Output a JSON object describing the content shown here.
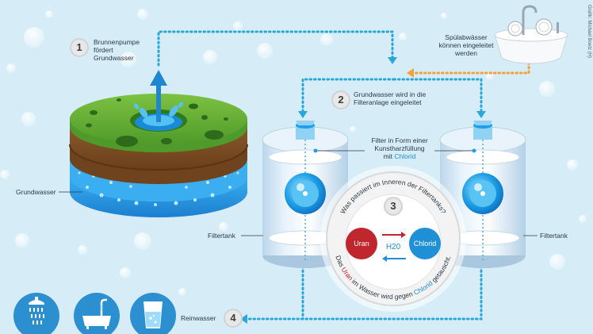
{
  "credit": "Grafik: Michael Boetz (H)",
  "steps": [
    {
      "number": "1",
      "lines": [
        "Brunnenpumpe",
        "fördert",
        "Grundwasser"
      ]
    },
    {
      "number": "2",
      "lines": [
        "Grundwasser wird in die",
        "Filteranlage eingeleitet"
      ]
    },
    {
      "number": "3"
    },
    {
      "number": "4",
      "label": "Reinwasser"
    }
  ],
  "dishwasher_label": [
    "Spülabwässer",
    "können eingeleitet",
    "werden"
  ],
  "groundwater_label": "Grundwasser",
  "filter_tank_label": "Filtertank",
  "resin_label": {
    "lines": [
      "Filter in Form einer",
      "Kunstharzfüllung"
    ],
    "prefix": "mit ",
    "highlight": "Chlorid"
  },
  "exchange": {
    "question": "Was passiert im Inneren der Filtertanks?",
    "left_ion": "Uran",
    "right_ion": "Chlorid",
    "center": "H20",
    "answer": {
      "part1": "Das ",
      "uran": "Uran",
      "part2": " im Wasser wird gegen ",
      "chlorid": "Chlorid",
      "part3": " getauscht."
    }
  },
  "icons": [
    "shower-icon",
    "bathtub-icon",
    "drinking-glass-icon"
  ],
  "colors": {
    "background": "#d6edf8",
    "flow_line": "#2aa7d9",
    "waste_line": "#f2a23a",
    "uran": "#c0262d",
    "chlorid": "#1f8fd6",
    "icon_circle": "#2b8fd0"
  }
}
